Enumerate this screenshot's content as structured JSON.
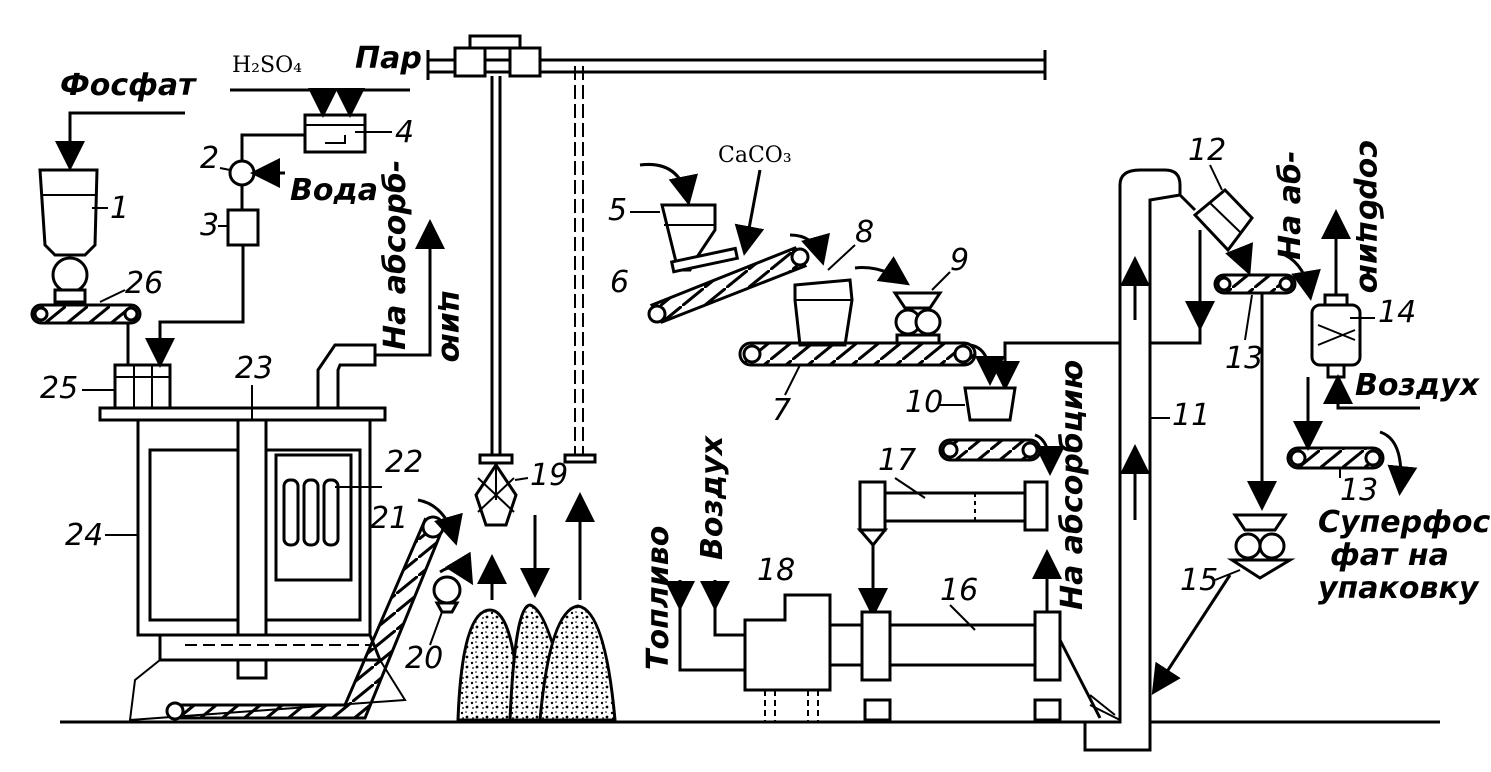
{
  "labels": {
    "phosphate": "Фосфат",
    "acid": "H₂SO₄",
    "steam": "Пар",
    "water": "Вода",
    "to_absorption_1": "На абсорб-",
    "to_absorption_1b": "цию",
    "caco3": "CaCO₃",
    "to_absorption_2": "На аб-",
    "to_absorption_2b": "сорбцию",
    "air_1": "Воздух",
    "air_2": "Воздух",
    "fuel": "Топливо",
    "to_absorption_3": "На абсорбцию",
    "product_1": "Суперфос-",
    "product_2": "фат на",
    "product_3": "упаковку"
  },
  "numbers": {
    "n1": "1",
    "n2": "2",
    "n3": "3",
    "n4": "4",
    "n5": "5",
    "n6": "6",
    "n7": "7",
    "n8": "8",
    "n9": "9",
    "n10": "10",
    "n11": "11",
    "n12": "12",
    "n13a": "13",
    "n13b": "13",
    "n14": "14",
    "n15": "15",
    "n16": "16",
    "n17": "17",
    "n18": "18",
    "n19": "19",
    "n20": "20",
    "n21": "21",
    "n22": "22",
    "n23": "23",
    "n24": "24",
    "n25": "25",
    "n26": "26"
  }
}
